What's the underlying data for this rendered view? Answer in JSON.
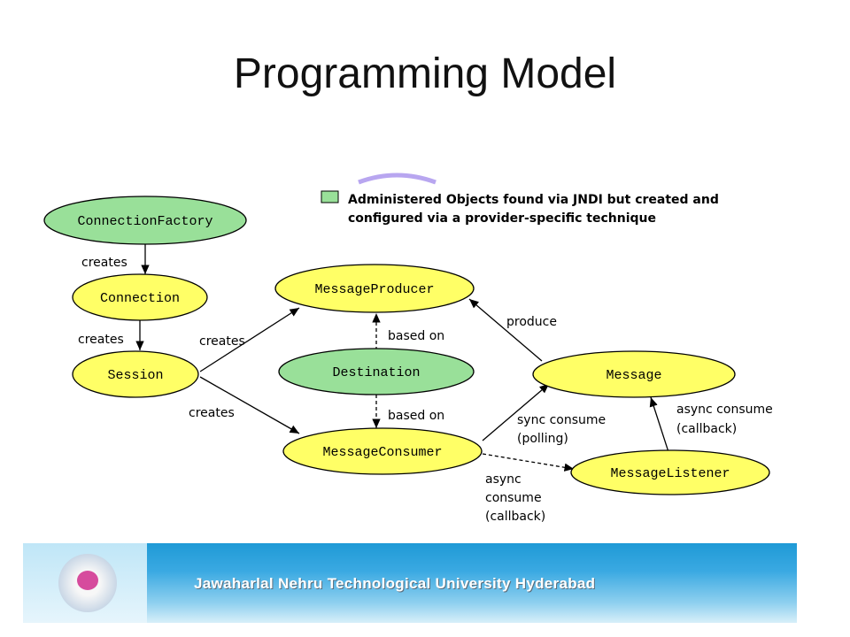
{
  "slide": {
    "title": "Programming Model"
  },
  "legend": {
    "line1": "Administered Objects found via JNDI but created and",
    "line2": "configured via a provider-specific technique",
    "swatch_color": "#99e099"
  },
  "nodes": {
    "connection_factory": "ConnectionFactory",
    "connection": "Connection",
    "session": "Session",
    "message_producer": "MessageProducer",
    "destination": "Destination",
    "message_consumer": "MessageConsumer",
    "message": "Message",
    "message_listener": "MessageListener"
  },
  "edges": {
    "factory_creates": "creates",
    "connection_creates": "creates",
    "session_creates_producer": "creates",
    "session_creates_consumer": "creates",
    "producer_based_on": "based on",
    "consumer_based_on": "based on",
    "produce": "produce",
    "sync_consume_1": "sync consume",
    "sync_consume_2": "(polling)",
    "async_listener_1": "async consume",
    "async_listener_2": "(callback)",
    "async_consumer_1": "async",
    "async_consumer_2": "consume",
    "async_consumer_3": "(callback)"
  },
  "colors": {
    "yellow_node": "#ffff66",
    "green_node": "#99e099",
    "outline": "#000000"
  },
  "footer": {
    "university": "Jawaharlal Nehru Technological University Hyderabad"
  }
}
